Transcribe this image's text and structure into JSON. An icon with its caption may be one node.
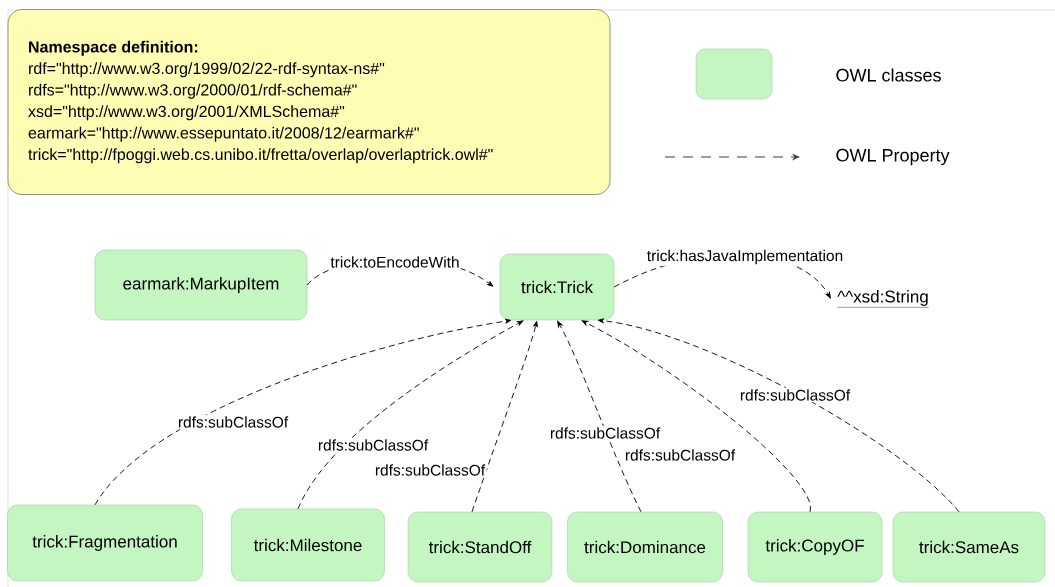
{
  "diagram": {
    "nodes": [
      {
        "text": [
          "Namespace definition:",
          "rdf=\"http://www.w3.org/1999/02/22-rdf-syntax-ns#\"",
          "rdfs=\"http://www.w3.org/2000/01/rdf-schema#\"",
          "xsd=\"http://www.w3.org/2001/XMLSchema#\"",
          "earmark=\"http://www.essepuntato.it/2008/12/earmark#\"",
          "trick=\"http://fpoggi.web.cs.unibo.it/fretta/overlap/overlaptrick.owl#\""
        ]
      },
      {
        "text": [
          "earmark:MarkupItem"
        ]
      },
      {
        "text": [
          "trick:Trick"
        ]
      },
      {
        "text": [
          "^^xsd:String"
        ]
      },
      {
        "text": [
          "trick:Fragmentation"
        ]
      },
      {
        "text": [
          "trick:Milestone"
        ]
      },
      {
        "text": [
          "trick:StandOff"
        ]
      },
      {
        "text": [
          "trick:Dominance"
        ]
      },
      {
        "text": [
          "trick:CopyOF"
        ]
      },
      {
        "text": [
          "trick:SameAs"
        ]
      }
    ],
    "edges": [
      {
        "from": 1,
        "to": 2,
        "arrow": "to",
        "label": "trick:toEncodeWith"
      },
      {
        "from": 2,
        "to": 3,
        "arrow": "to",
        "label": "trick:hasJavaImplementation"
      },
      {
        "from": 4,
        "to": 2,
        "arrow": "to",
        "label": "rdfs:subClassOf"
      },
      {
        "from": 5,
        "to": 2,
        "arrow": "to",
        "label": "rdfs:subClassOf"
      },
      {
        "from": 6,
        "to": 2,
        "arrow": "to",
        "label": "rdfs:subClassOf"
      },
      {
        "from": 7,
        "to": 2,
        "arrow": "to",
        "label": "rdfs:subClassOf"
      },
      {
        "from": 8,
        "to": 2,
        "arrow": "to",
        "label": "rdfs:subClassOf"
      },
      {
        "from": 9,
        "to": 2,
        "arrow": "to",
        "label": "rdfs:subClassOf"
      }
    ],
    "legend": [
      {
        "text": "OWL classes",
        "color": "#c4f6c2"
      },
      {
        "text": "OWL Property"
      }
    ]
  }
}
